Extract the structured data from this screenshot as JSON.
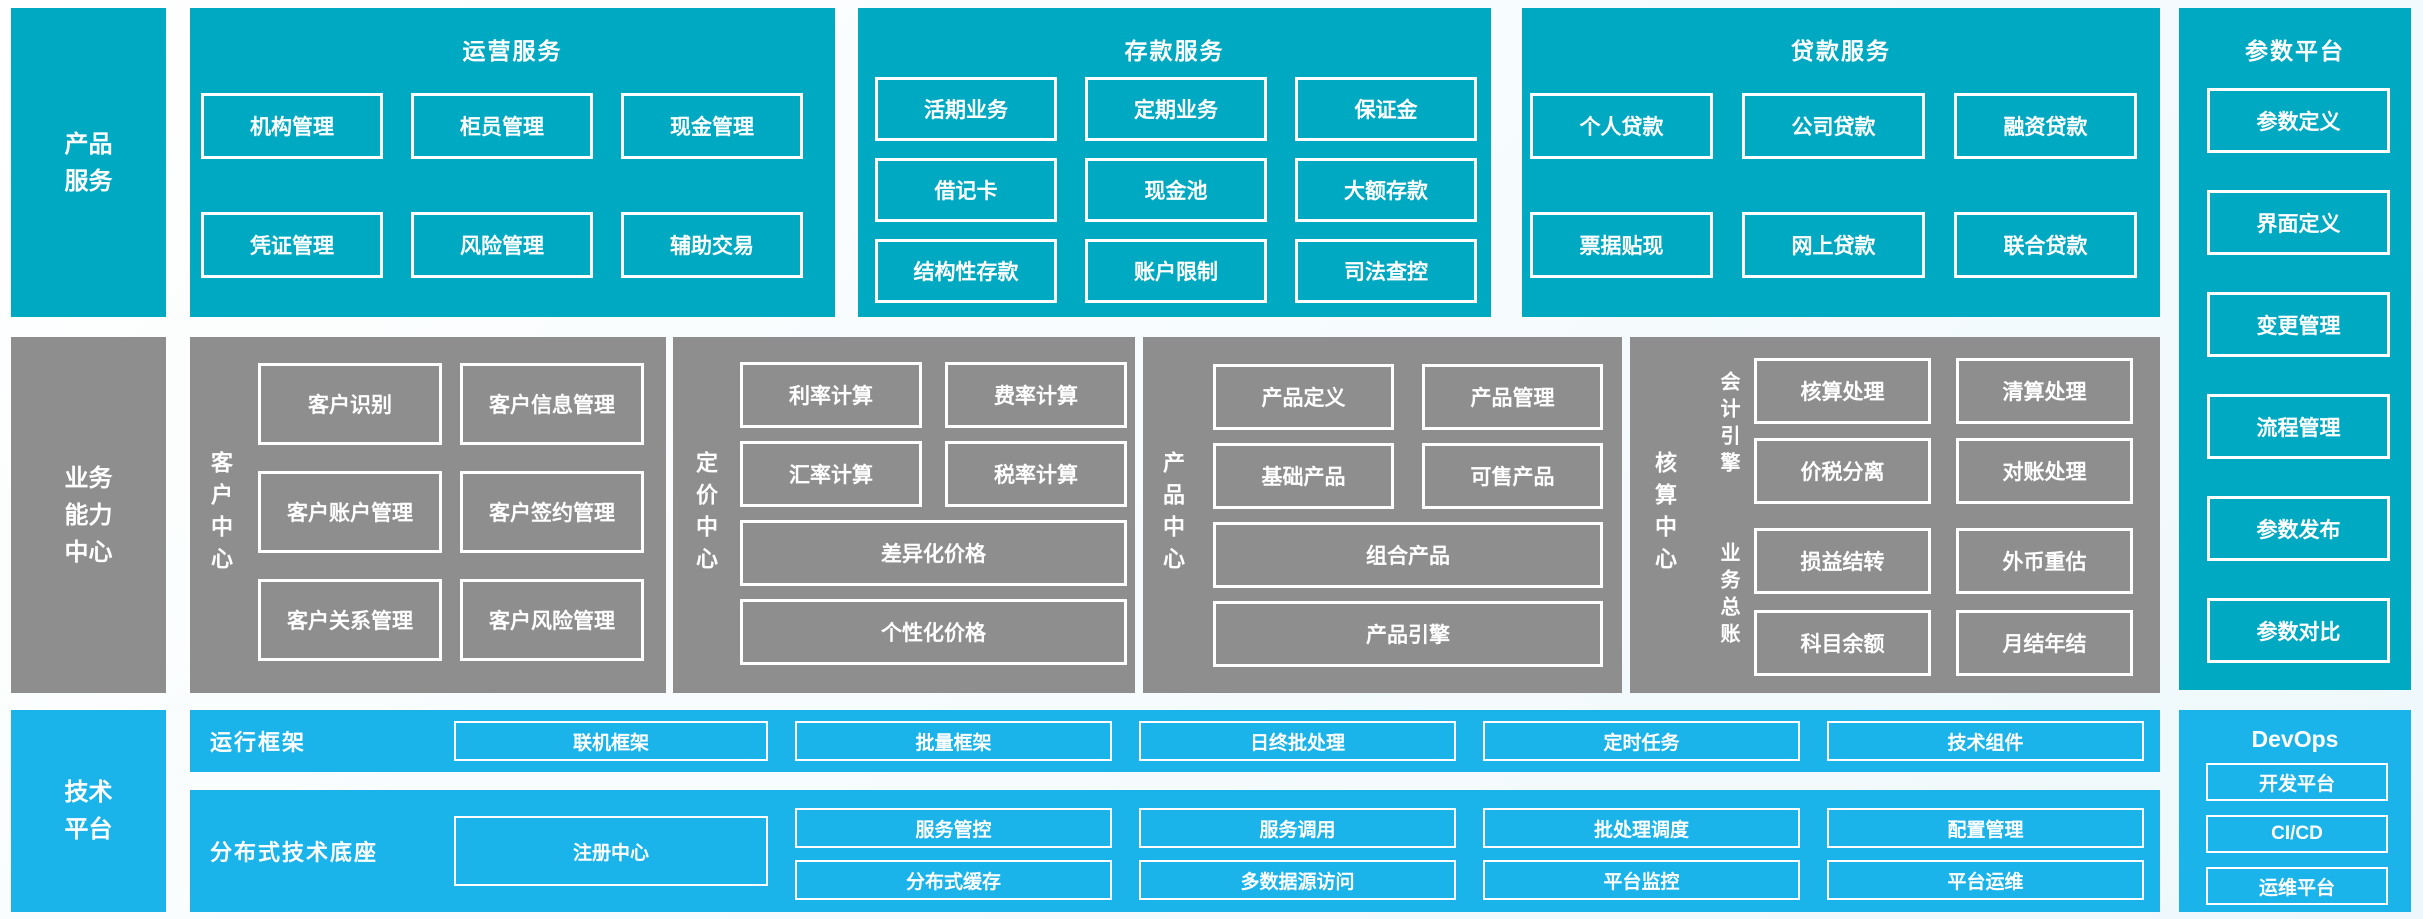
{
  "colors": {
    "teal": "#00a9c2",
    "gray": "#8e8e8e",
    "blue": "#1ab3ea",
    "box_border": "#ffffff",
    "text": "#ffffff"
  },
  "rails": {
    "product": {
      "lines": [
        "产品",
        "服务"
      ]
    },
    "business": {
      "lines": [
        "业务",
        "能力",
        "中心"
      ]
    },
    "tech": {
      "lines": [
        "技术",
        "平台"
      ]
    }
  },
  "operations": {
    "title": "运营服务",
    "items": [
      "机构管理",
      "柜员管理",
      "现金管理",
      "凭证管理",
      "风险管理",
      "辅助交易"
    ]
  },
  "deposits": {
    "title": "存款服务",
    "items": [
      "活期业务",
      "定期业务",
      "保证金",
      "借记卡",
      "现金池",
      "大额存款",
      "结构性存款",
      "账户限制",
      "司法查控"
    ]
  },
  "loans": {
    "title": "贷款服务",
    "items": [
      "个人贷款",
      "公司贷款",
      "融资贷款",
      "票据贴现",
      "网上贷款",
      "联合贷款"
    ]
  },
  "params": {
    "title": "参数平台",
    "items": [
      "参数定义",
      "界面定义",
      "变更管理",
      "流程管理",
      "参数发布",
      "参数对比"
    ]
  },
  "customer": {
    "label": "客户中心",
    "items": [
      "客户识别",
      "客户信息管理",
      "客户账户管理",
      "客户签约管理",
      "客户关系管理",
      "客户风险管理"
    ]
  },
  "pricing": {
    "label": "定价中心",
    "items": [
      "利率计算",
      "费率计算",
      "汇率计算",
      "税率计算"
    ],
    "wide": [
      "差异化价格",
      "个性化价格"
    ]
  },
  "product": {
    "label": "产品中心",
    "items": [
      "产品定义",
      "产品管理",
      "基础产品",
      "可售产品"
    ],
    "wide": [
      "组合产品",
      "产品引擎"
    ]
  },
  "accounting": {
    "label": "核算中心",
    "groups": [
      {
        "label": "会计引擎",
        "items": [
          "核算处理",
          "清算处理",
          "价税分离",
          "对账处理"
        ]
      },
      {
        "label": "业务总账",
        "items": [
          "损益结转",
          "外币重估",
          "科目余额",
          "月结年结"
        ]
      }
    ]
  },
  "runtime": {
    "label": "运行框架",
    "items": [
      "联机框架",
      "批量框架",
      "日终批处理",
      "定时任务",
      "技术组件"
    ]
  },
  "distributed": {
    "label": "分布式技术底座",
    "registry": "注册中心",
    "grid": [
      "服务管控",
      "服务调用",
      "批处理调度",
      "配置管理",
      "分布式缓存",
      "多数据源访问",
      "平台监控",
      "平台运维"
    ]
  },
  "devops": {
    "title": "DevOps",
    "items": [
      "开发平台",
      "CI/CD",
      "运维平台"
    ]
  }
}
